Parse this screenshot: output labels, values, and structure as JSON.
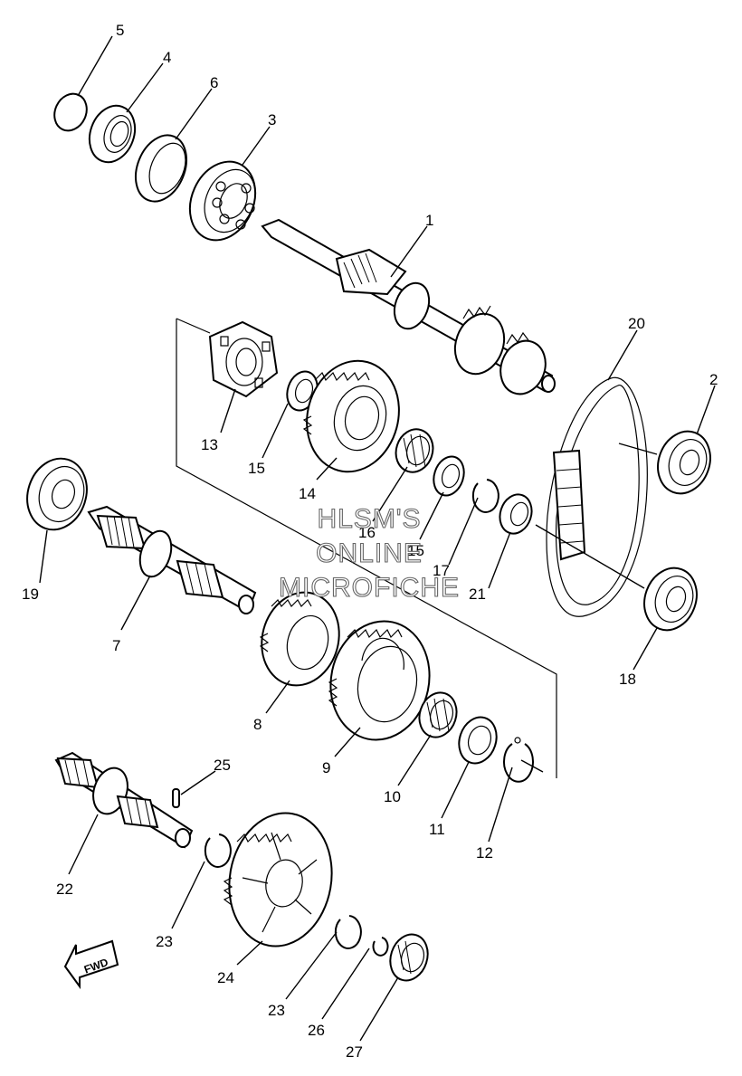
{
  "labels": {
    "p1": "1",
    "p2": "2",
    "p3": "3",
    "p4": "4",
    "p5": "5",
    "p6": "6",
    "p7": "7",
    "p8": "8",
    "p9": "9",
    "p10": "10",
    "p11": "11",
    "p12": "12",
    "p13": "13",
    "p14": "14",
    "p15a": "15",
    "p15b": "15",
    "p16": "16",
    "p17": "17",
    "p18": "18",
    "p19": "19",
    "p20": "20",
    "p21": "21",
    "p22": "22",
    "p23a": "23",
    "p23b": "23",
    "p24": "24",
    "p25": "25",
    "p26": "26",
    "p27": "27"
  },
  "watermark": {
    "line1": "HLSM'S",
    "line2": "ONLINE",
    "line3": "MICROFICHE"
  },
  "fwd_label": "FWD"
}
